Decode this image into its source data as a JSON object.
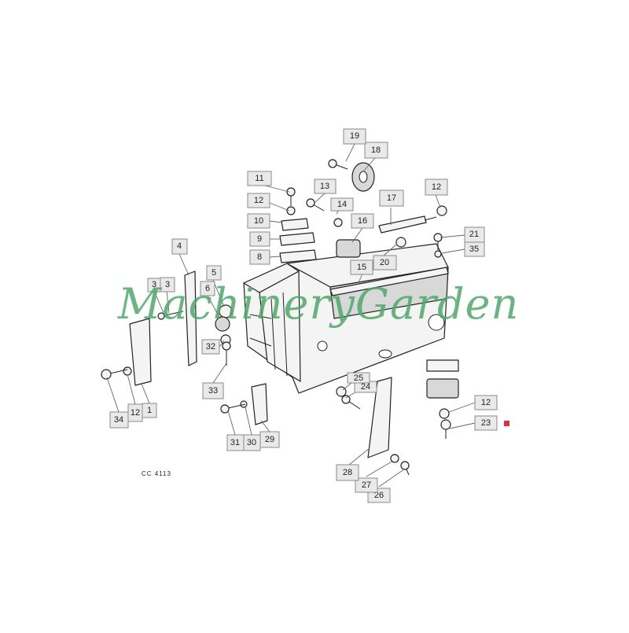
{
  "diagram": {
    "code_label": "CC 4113",
    "watermark": "MachineryGarden",
    "callouts": [
      "1",
      "3",
      "3",
      "4",
      "5",
      "6",
      "8",
      "9",
      "10",
      "11",
      "12",
      "12",
      "12",
      "12",
      "13",
      "14",
      "15",
      "16",
      "17",
      "18",
      "19",
      "20",
      "21",
      "23",
      "24",
      "25",
      "26",
      "27",
      "28",
      "29",
      "30",
      "31",
      "32",
      "33",
      "34",
      "35"
    ]
  },
  "colors": {
    "watermark": "#4fa86a",
    "marker": "#e0303a",
    "callout_fill": "#e9e9e9"
  }
}
